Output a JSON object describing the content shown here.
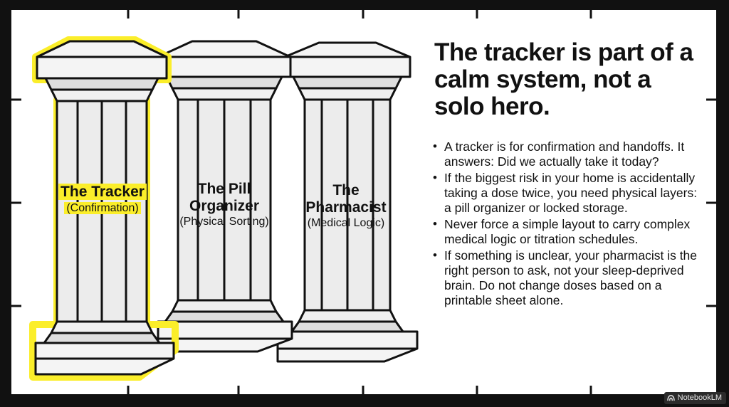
{
  "heading": "The tracker is part of a calm system, not a solo hero.",
  "pillars": [
    {
      "name": "The Tracker",
      "sub": "(Confirmation)",
      "highlighted": true
    },
    {
      "name": "The Pill Organizer",
      "sub": "(Physical Sorting)",
      "highlighted": false
    },
    {
      "name": "The Pharmacist",
      "sub": "(Medical Logic)",
      "highlighted": false
    }
  ],
  "bullets": [
    "A tracker is for confirmation and handoffs. It answers: Did we actually take it today?",
    "If the biggest risk in your home is accidentally taking a dose twice, you need physical layers: a pill organizer or locked storage.",
    "Never force a simple layout to carry complex medical logic or titration schedules.",
    "If something is unclear, your pharmacist is the right person to ask, not your sleep-deprived brain. Do not change doses based on a printable sheet alone."
  ],
  "badge": {
    "label": "NotebookLM",
    "icon": "notebooklm-logo-icon"
  },
  "colors": {
    "highlight": "#fbee2a",
    "pillar": "#e9e9e9",
    "outline": "#111111",
    "frame": "#111111"
  }
}
